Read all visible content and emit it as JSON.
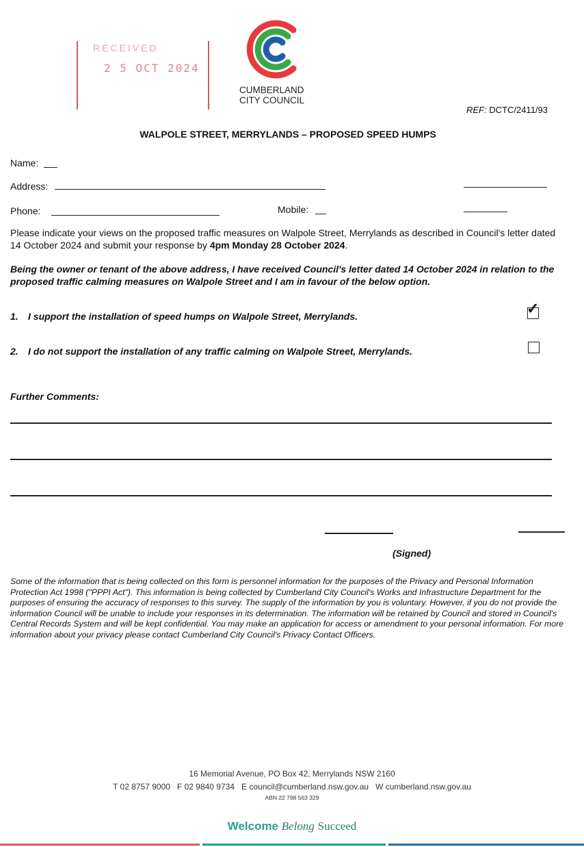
{
  "stamp": {
    "top_text": "RECEIVED",
    "date": "2 5 OCT 2024"
  },
  "header": {
    "council_line1": "CUMBERLAND",
    "council_line2": "CITY COUNCIL",
    "ref_label": "REF:",
    "ref_value": "DCTC/2411/93"
  },
  "title": "WALPOLE STREET, MERRYLANDS – PROPOSED SPEED HUMPS",
  "fields": {
    "name_label": "Name:",
    "address_label": "Address:",
    "phone_label": "Phone:",
    "mobile_label": "Mobile:"
  },
  "intro": {
    "text": "Please indicate your views on the proposed traffic measures on Walpole Street, Merrylands as described in Council's letter dated 14 October 2024 and submit your response by ",
    "deadline": "4pm Monday 28 October 2024",
    "end": "."
  },
  "statement": "Being the owner or tenant of the above address, I have received Council's letter dated 14 October 2024 in relation to the proposed traffic calming measures on Walpole Street and I am in favour of the below option.",
  "options": [
    {
      "num": "1.",
      "text": "I support the installation of speed humps on Walpole Street, Merrylands.",
      "checked": true
    },
    {
      "num": "2.",
      "text": "I do not support the installation of any traffic calming on Walpole Street, Merrylands.",
      "checked": false
    }
  ],
  "check_glyph": "✓",
  "further_comments": "Further Comments:",
  "signed": "(Signed)",
  "privacy": "Some of the information that is being collected on this form is personnel information for the purposes of the Privacy and Personal Information Protection Act 1998 (\"PPPI Act\"). This information is being collected by Cumberland City Council's Works and Infrastructure Department for the purposes of ensuring the accuracy of responses to this survey. The supply of the information by you is voluntary. However, if you do not provide the information Council will be unable to include your responses in its determination. The information will be retained by Council and stored in Council's Central Records System and will be kept confidential. You may make an application for access or amendment to your personal information. For more information about your privacy please contact Cumberland City Council's Privacy Contact Officers.",
  "footer": {
    "address": "16 Memorial Avenue, PO Box 42, Merrylands NSW 2160",
    "contacts": "T 02 8757 9000   F 02 9840 9734   E council@cumberland.nsw.gov.au   W cumberland.nsw.gov.au",
    "abn": "ABN 22 798 563 329"
  },
  "slogan": {
    "w1": "Welcome",
    "w2": "Belong",
    "w3": "Succeed"
  },
  "colors": {
    "stamp_red": "#c9303c",
    "logo_red": "#e63a3f",
    "logo_green": "#3aa84a",
    "logo_blue": "#1f5fa8",
    "bar_red": "#e05a4f",
    "bar_teal": "#2a9d8f",
    "bar_blue": "#1f6fb8"
  }
}
